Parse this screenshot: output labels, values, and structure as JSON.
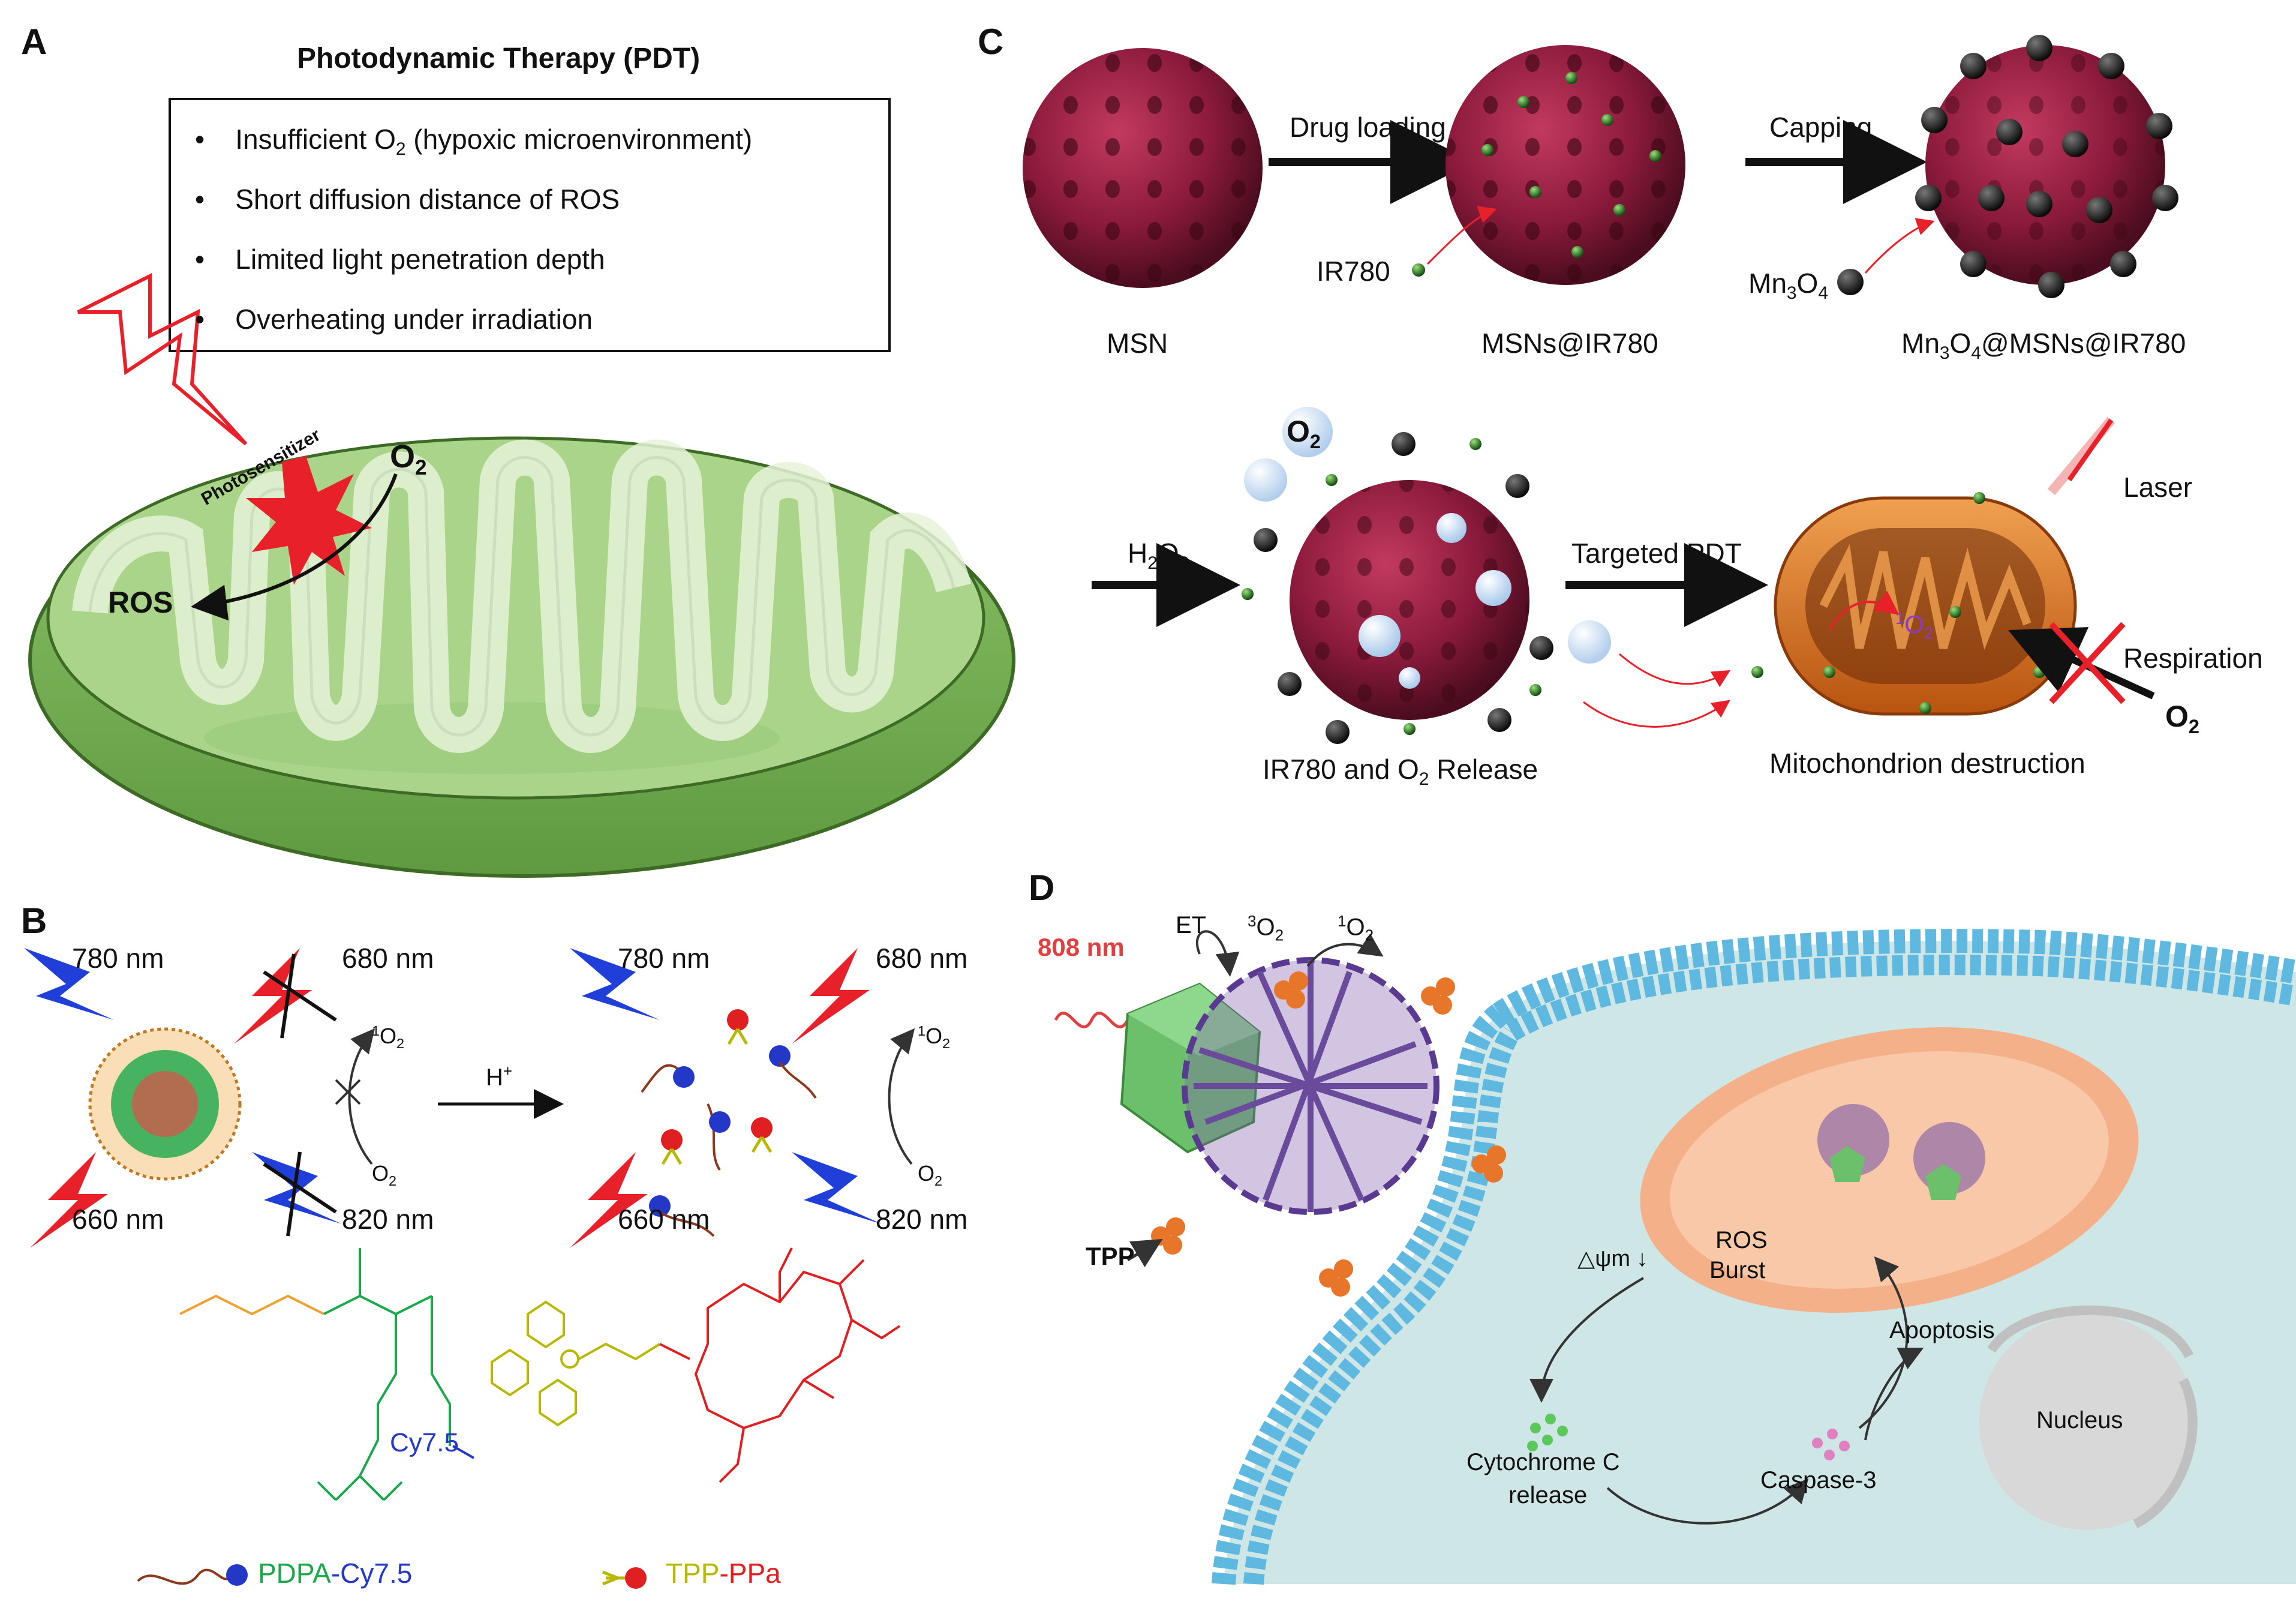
{
  "panels": {
    "a": {
      "letter": "A",
      "title": "Photodynamic Therapy (PDT)",
      "bullets": [
        {
          "pre": "Insufficient O",
          "sub": "2",
          "post": " (hypoxic microenvironment)"
        },
        {
          "pre": "Short diffusion distance of ROS",
          "sub": "",
          "post": ""
        },
        {
          "pre": "Limited light penetration depth",
          "sub": "",
          "post": ""
        },
        {
          "pre": "Overheating under irradiation",
          "sub": "",
          "post": ""
        }
      ],
      "photosensitizer": "Photosensitizer",
      "o2": "O",
      "o2_sub": "2",
      "ros": "ROS"
    },
    "b": {
      "letter": "B",
      "wl_780_left": "780 nm",
      "wl_680_left": "680 nm",
      "wl_660_left": "660 nm",
      "wl_820_left": "820 nm",
      "wl_780_right": "780 nm",
      "wl_680_right": "680 nm",
      "wl_660_right": "660 nm",
      "wl_820_right": "820 nm",
      "singlet_left": "1O2",
      "singlet_sup": "1",
      "o2_left": "O2",
      "acid": "H",
      "acid_sup": "+",
      "singlet_right": "1O2",
      "o2_right": "O2",
      "polymer_dye": "Cy7.5",
      "legend_pdpa": "PDPA",
      "legend_cy": "-Cy7.5",
      "legend_tpp": "TPP",
      "legend_ppa": "-PPa"
    },
    "c": {
      "letter": "C",
      "drug_loading": "Drug loading",
      "capping": "Capping",
      "ir780": "IR780",
      "mn3o4": "Mn",
      "msn": "MSN",
      "msns_ir780": "MSNs@IR780",
      "mn_msns_ir780_a": "Mn",
      "mn_msns_ir780_b": "@MSNs@IR780",
      "h2o2": "H",
      "o2_bubble": "O",
      "targeted_pdt": "Targeted PDT",
      "release_a": "IR780 and O",
      "release_b": " Release",
      "laser": "Laser",
      "respiration": "Respiration",
      "o2_right": "O",
      "singlet": "O",
      "mito_destruction": "Mitochondrion destruction"
    },
    "d": {
      "letter": "D",
      "nm808": "808 nm",
      "et": "ET",
      "triplet": "O",
      "singlet": "O",
      "tpp": "TPP",
      "delta_psi": "△ψm ↓",
      "ros_burst_1": "ROS",
      "ros_burst_2": "Burst",
      "apoptosis": "Apoptosis",
      "nucleus": "Nucleus",
      "cytc_1": "Cytochrome C",
      "cytc_2": "release",
      "caspase": "Caspase-3"
    }
  },
  "colors": {
    "mito_green": "#7cb35a",
    "mito_light": "#e6f2d8",
    "flash_red": "#e8202a",
    "nanoparticle": "#8b1a3c",
    "ir780_green": "#2a8a2a",
    "mn3o4_black": "#1a1a1a",
    "mito_orange": "#e07a22",
    "blue_bolt": "#1f3fd8",
    "red_bolt": "#e8202a",
    "pdpa_green": "#1aa84a",
    "cy75_blue": "#2438c8",
    "tpp_yellow": "#b8b800",
    "ppa_red": "#e02020",
    "peg_orange": "#f0a030",
    "mof_purple": "#7a5aa8",
    "hexagon_green": "#6cc06c",
    "tpp_orange": "#e8762a",
    "membrane_blue": "#5fb8e0",
    "cytoplasm": "#cfe6e6",
    "laser_808": "#e04040"
  }
}
